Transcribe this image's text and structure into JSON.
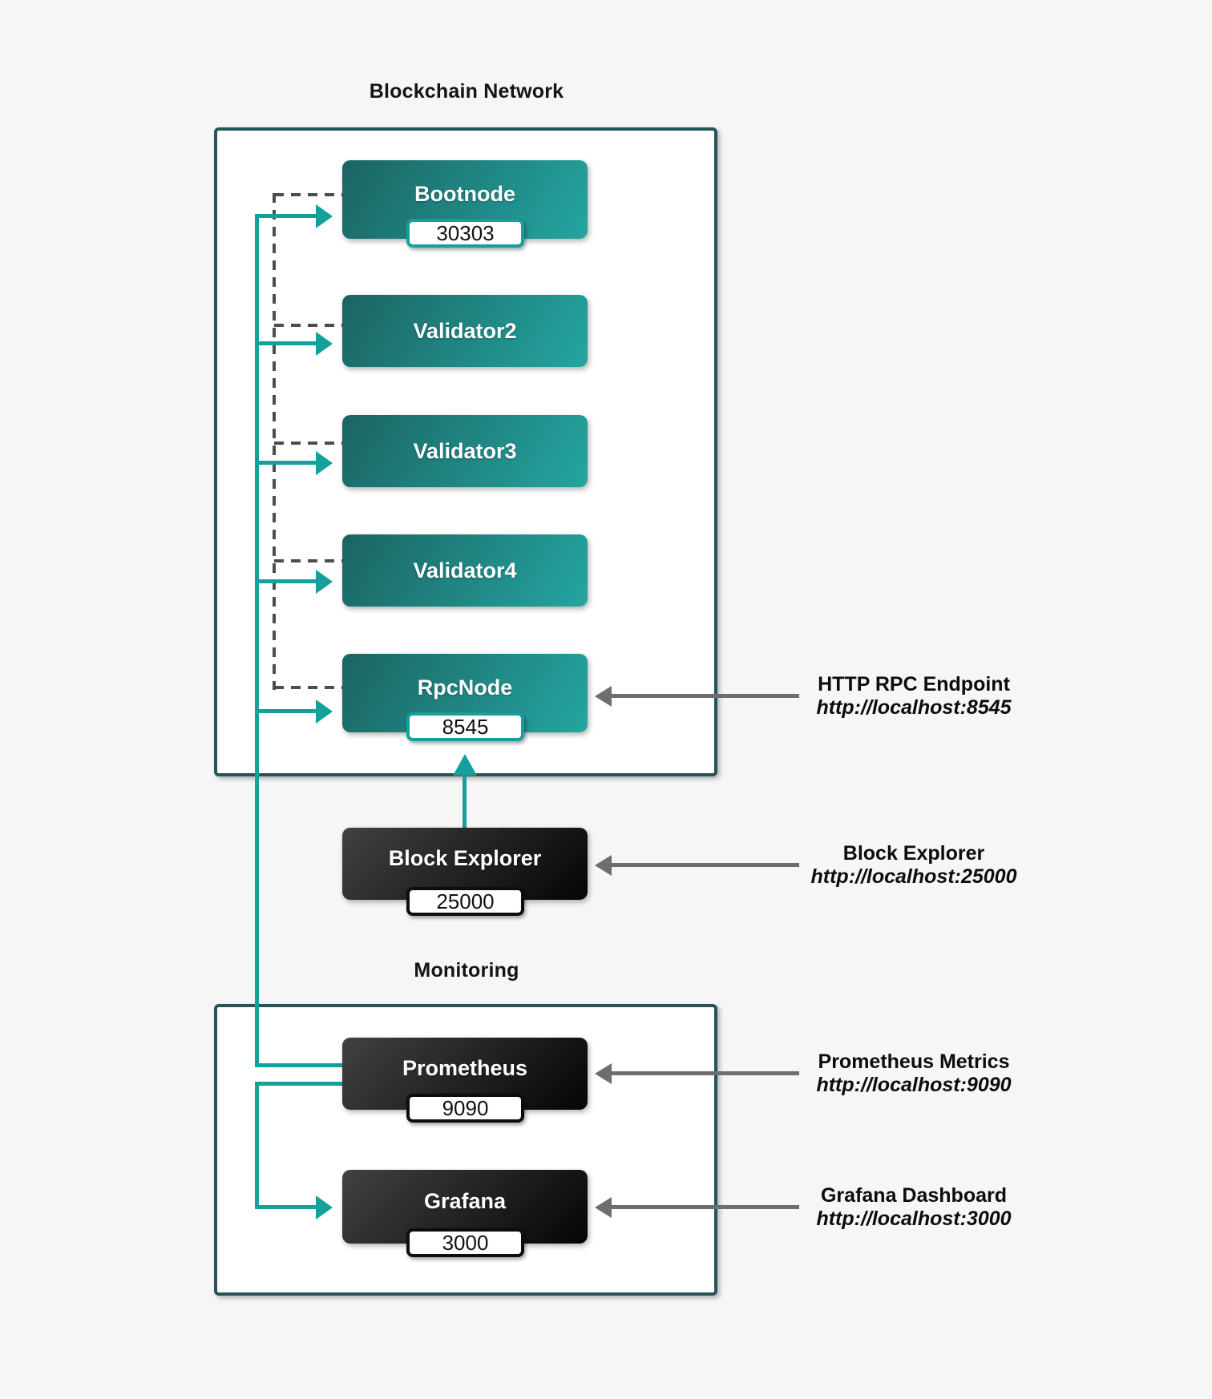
{
  "titles": {
    "blockchain_network": "Blockchain Network",
    "monitoring": "Monitoring"
  },
  "nodes": {
    "bootnode": {
      "label": "Bootnode",
      "port": "30303"
    },
    "validator2": {
      "label": "Validator2"
    },
    "validator3": {
      "label": "Validator3"
    },
    "validator4": {
      "label": "Validator4"
    },
    "rpcnode": {
      "label": "RpcNode",
      "port": "8545"
    },
    "block_explorer": {
      "label": "Block Explorer",
      "port": "25000"
    },
    "prometheus": {
      "label": "Prometheus",
      "port": "9090"
    },
    "grafana": {
      "label": "Grafana",
      "port": "3000"
    }
  },
  "annotations": {
    "rpc_endpoint": {
      "title": "HTTP RPC Endpoint",
      "url": "http://localhost:8545"
    },
    "block_explorer": {
      "title": "Block Explorer",
      "url": "http://localhost:25000"
    },
    "prometheus": {
      "title": "Prometheus Metrics",
      "url": "http://localhost:9090"
    },
    "grafana": {
      "title": "Grafana Dashboard",
      "url": "http://localhost:3000"
    }
  },
  "colors": {
    "accent_teal": "#14a09c",
    "container_border": "#265358",
    "dashed_line": "#4d4d4d",
    "gray_arrow": "#6e6e6e",
    "teal_node_gradient_start": "#1b6462",
    "teal_node_gradient_end": "#24a5a1",
    "dark_node_gradient_start": "#414141",
    "dark_node_gradient_end": "#050505",
    "background": "#f6f6f7"
  }
}
